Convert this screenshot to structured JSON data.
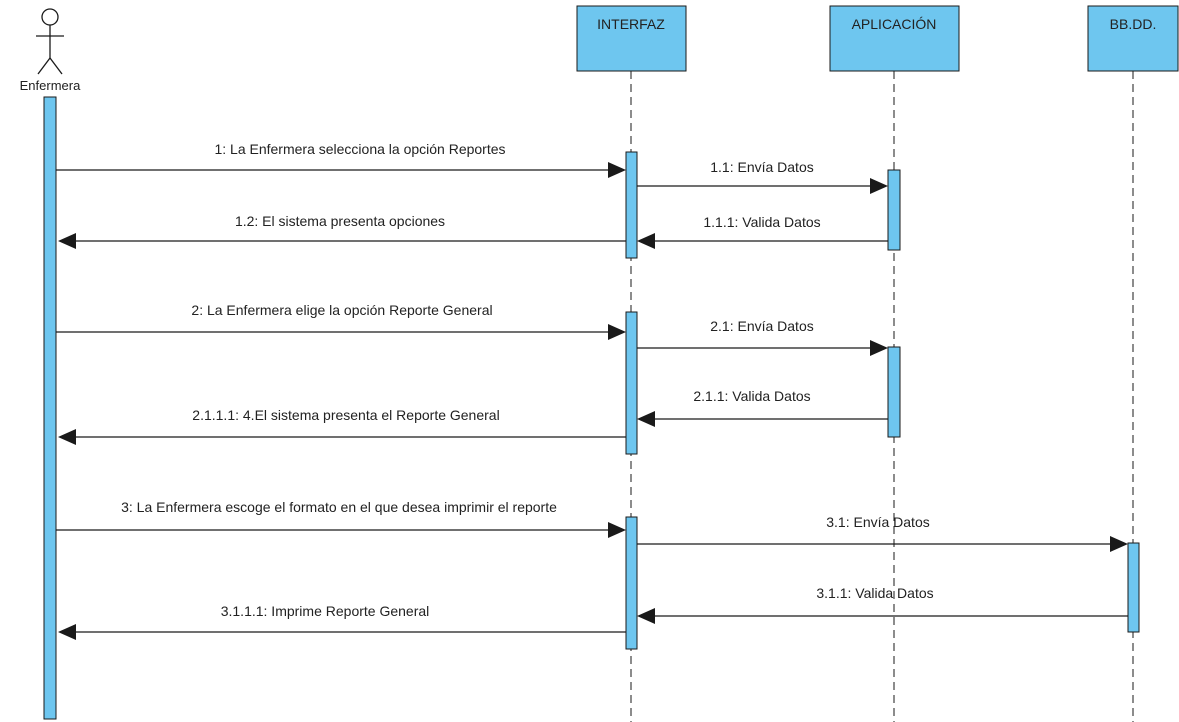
{
  "actor": {
    "name": "Enfermera"
  },
  "lifelines": [
    {
      "id": "interfaz",
      "name": "INTERFAZ"
    },
    {
      "id": "aplicacion",
      "name": "APLICACIÓN"
    },
    {
      "id": "bbdd",
      "name": "BB.DD."
    }
  ],
  "messages": [
    {
      "label": "1: La Enfermera selecciona la opción Reportes",
      "from": "enfermera",
      "to": "interfaz",
      "kind": "call"
    },
    {
      "label": "1.1: Envía Datos",
      "from": "interfaz",
      "to": "aplicacion",
      "kind": "call"
    },
    {
      "label": "1.1.1: Valida Datos",
      "from": "aplicacion",
      "to": "interfaz",
      "kind": "return"
    },
    {
      "label": "1.2: El sistema presenta opciones",
      "from": "interfaz",
      "to": "enfermera",
      "kind": "return"
    },
    {
      "label": "2: La Enfermera elige la opción Reporte General",
      "from": "enfermera",
      "to": "interfaz",
      "kind": "call"
    },
    {
      "label": "2.1: Envía Datos",
      "from": "interfaz",
      "to": "aplicacion",
      "kind": "call"
    },
    {
      "label": "2.1.1: Valida Datos",
      "from": "aplicacion",
      "to": "interfaz",
      "kind": "return"
    },
    {
      "label": "2.1.1.1: 4.El sistema presenta el Reporte General",
      "from": "interfaz",
      "to": "enfermera",
      "kind": "return"
    },
    {
      "label": "3: La Enfermera escoge el formato en el que desea imprimir el reporte",
      "from": "enfermera",
      "to": "interfaz",
      "kind": "call"
    },
    {
      "label": "3.1: Envía Datos",
      "from": "interfaz",
      "to": "bbdd",
      "kind": "call"
    },
    {
      "label": "3.1.1: Valida Datos",
      "from": "bbdd",
      "to": "interfaz",
      "kind": "return"
    },
    {
      "label": "3.1.1.1: Imprime Reporte General",
      "from": "interfaz",
      "to": "enfermera",
      "kind": "return"
    }
  ],
  "colors": {
    "box_fill": "#6ec6ef",
    "box_stroke": "#1a1a1a",
    "line": "#1a1a1a"
  }
}
